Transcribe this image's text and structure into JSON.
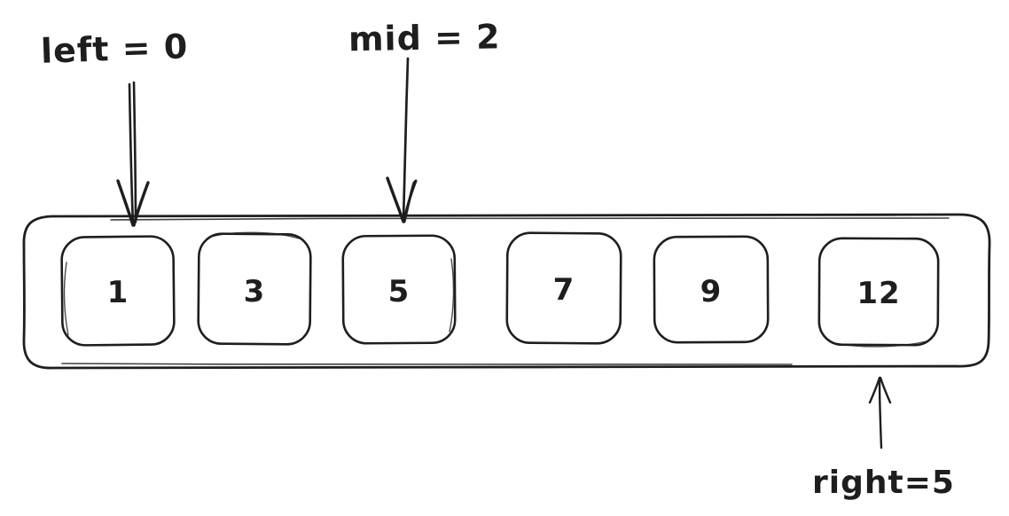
{
  "colors": {
    "ink": "#1e1e1e",
    "background": "#ffffff"
  },
  "pointers": {
    "left": {
      "label": "left = 0",
      "index_shown": "0"
    },
    "mid": {
      "label": "mid = 2",
      "index_shown": "2"
    },
    "right": {
      "label": "right=5",
      "index_shown": "5"
    }
  },
  "array": {
    "cells": [
      {
        "value": "1"
      },
      {
        "value": "3"
      },
      {
        "value": "5"
      },
      {
        "value": "7"
      },
      {
        "value": "9"
      },
      {
        "value": "12"
      }
    ]
  }
}
